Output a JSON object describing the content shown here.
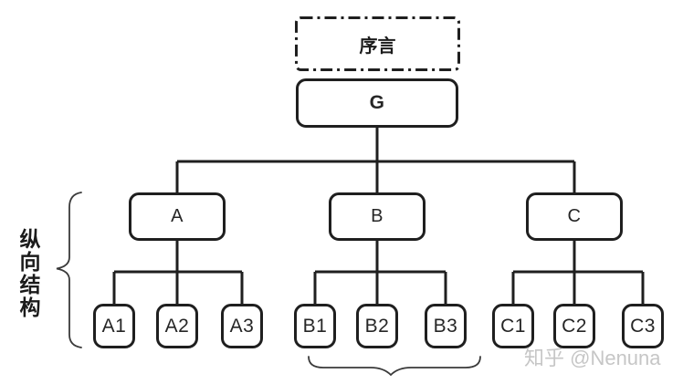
{
  "diagram": {
    "preface_label": "序言",
    "root_label": "G",
    "branches": [
      {
        "label": "A",
        "children": [
          "A1",
          "A2",
          "A3"
        ]
      },
      {
        "label": "B",
        "children": [
          "B1",
          "B2",
          "B3"
        ]
      },
      {
        "label": "C",
        "children": [
          "C1",
          "C2",
          "C3"
        ]
      }
    ],
    "side_annotation": "纵向结构"
  },
  "watermark": "知乎 @Nenuna",
  "colors": {
    "line": "#1f1f1f",
    "background": "#ffffff",
    "watermark": "#c6c6c6"
  }
}
